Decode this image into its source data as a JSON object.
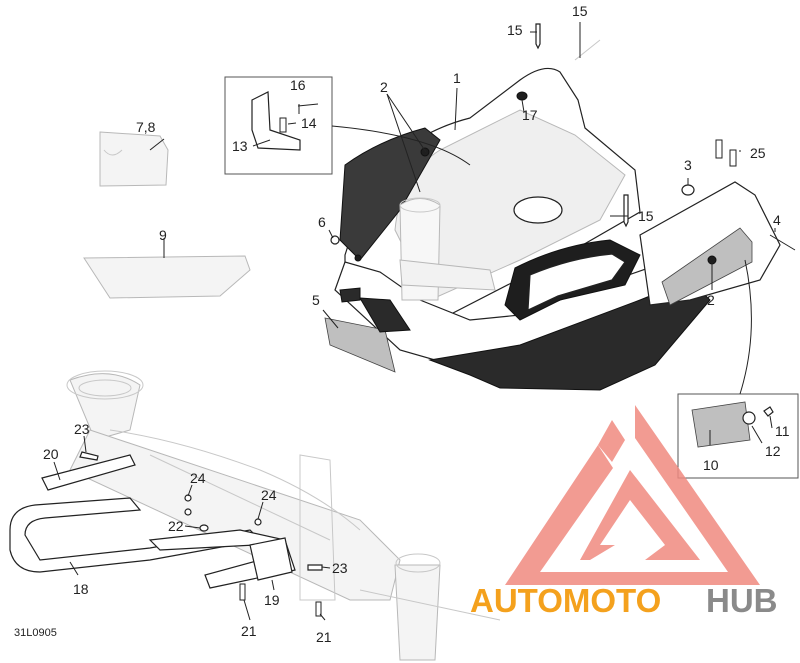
{
  "diagram_code": "31L0905",
  "labels": {
    "l1": "1",
    "l2a": "2",
    "l2b": "2",
    "l3": "3",
    "l4": "4",
    "l5": "5",
    "l6": "6",
    "l78": "7,8",
    "l9": "9",
    "l10": "10",
    "l11": "11",
    "l12": "12",
    "l13": "13",
    "l14": "14",
    "l15a": "15",
    "l15b": "15",
    "l15c": "15",
    "l16": "16",
    "l17": "17",
    "l18": "18",
    "l19": "19",
    "l20": "20",
    "l21a": "21",
    "l21b": "21",
    "l22": "22",
    "l23a": "23",
    "l23b": "23",
    "l24a": "24",
    "l24b": "24",
    "l25": "25"
  },
  "watermark": {
    "part1": "AUTOMOTO",
    "part2": "HUB",
    "color_main": "#f4a11d",
    "color_hub": "#8a8a8a",
    "logo_color": "#f08a80"
  }
}
